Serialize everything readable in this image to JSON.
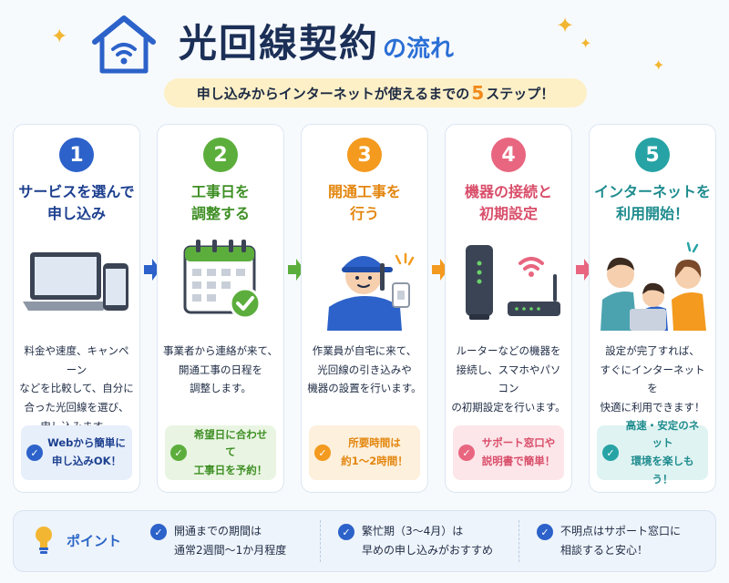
{
  "header": {
    "title": "光回線契約",
    "title_suffix": "の流れ",
    "subtitle_before": "申し込みからインターネットが使えるまでの",
    "subtitle_accent": "5",
    "subtitle_after": "ステップ！"
  },
  "colors": {
    "step1": "#2c62c9",
    "step2": "#5cae3c",
    "step3": "#f39a1f",
    "step4": "#e8667f",
    "step5": "#27a3a5"
  },
  "steps": [
    {
      "number": "1",
      "title": "サービスを選んで\n申し込み",
      "icon": "laptop-smartphone-icon",
      "description": "料金や速度、キャンペーン\nなどを比較して、自分に\n合った光回線を選び、\n申し込みます。",
      "tip": "Webから簡単に\n申し込みOK！"
    },
    {
      "number": "2",
      "title": "工事日を\n調整する",
      "icon": "calendar-check-icon",
      "description": "事業者から連絡が来て、\n開通工事の日程を\n調整します。",
      "tip": "希望日に合わせて\n工事日を予約！"
    },
    {
      "number": "3",
      "title": "開通工事を\n行う",
      "icon": "technician-icon",
      "description": "作業員が自宅に来て、\n光回線の引き込みや\n機器の設置を行います。",
      "tip": "所要時間は\n約1〜2時間！"
    },
    {
      "number": "4",
      "title": "機器の接続と\n初期設定",
      "icon": "router-wifi-icon",
      "description": "ルーターなどの機器を\n接続し、スマホやパソコン\nの初期設定を行います。",
      "tip": "サポート窓口や\n説明書で簡単！"
    },
    {
      "number": "5",
      "title": "インターネットを\n利用開始！",
      "icon": "family-laptop-icon",
      "description": "設定が完了すれば、\nすぐにインターネットを\n快適に利用できます！",
      "tip": "高速・安定のネット\n環境を楽しもう！"
    }
  ],
  "point": {
    "label": "ポイント",
    "items": [
      "開通までの期間は\n通常2週間〜1か月程度",
      "繁忙期（3〜4月）は\n早めの申し込みがおすすめ",
      "不明点はサポート窓口に\n相談すると安心！"
    ]
  }
}
